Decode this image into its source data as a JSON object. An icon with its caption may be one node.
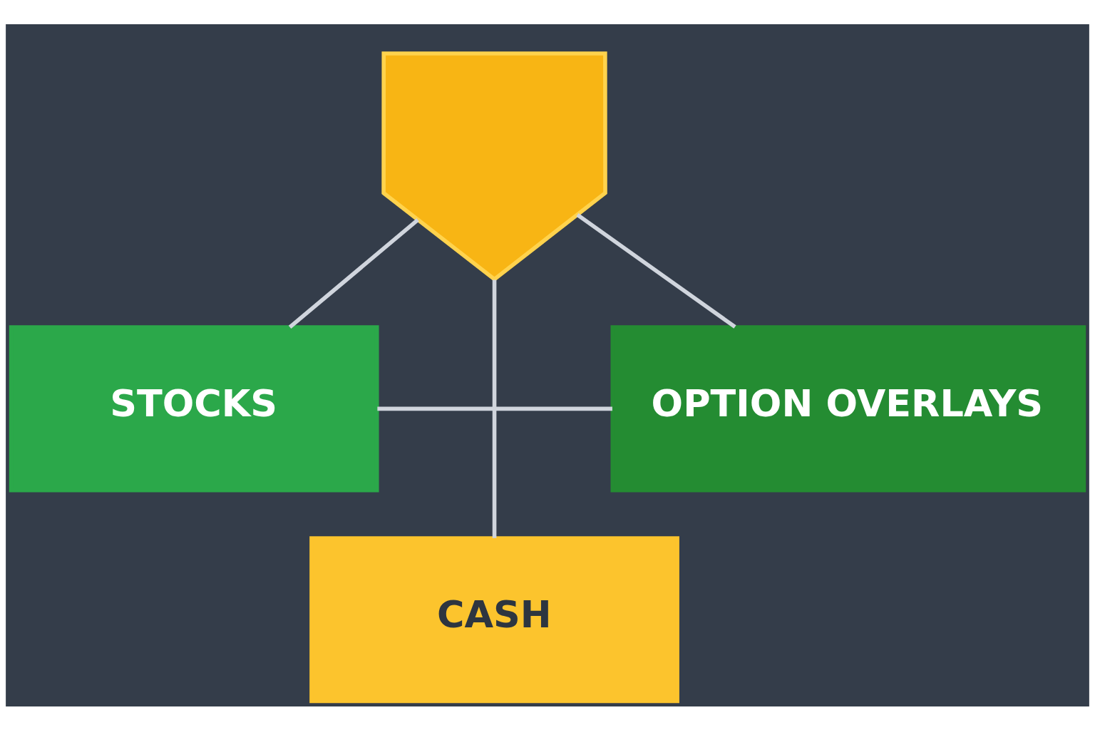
{
  "diagram": {
    "nodes": [
      {
        "text": [],
        "shape": "shield"
      },
      {
        "text": [
          "STOCKS"
        ]
      },
      {
        "text": [
          "OPTION OVERLAYS"
        ]
      },
      {
        "text": [
          "CASH"
        ]
      }
    ],
    "edges": [
      {
        "from": 0,
        "to": 1,
        "arrow": "none"
      },
      {
        "from": 0,
        "to": 3,
        "arrow": "none"
      },
      {
        "from": 0,
        "to": 2,
        "arrow": "none"
      },
      {
        "from": 1,
        "to": 2,
        "arrow": "none"
      }
    ]
  }
}
